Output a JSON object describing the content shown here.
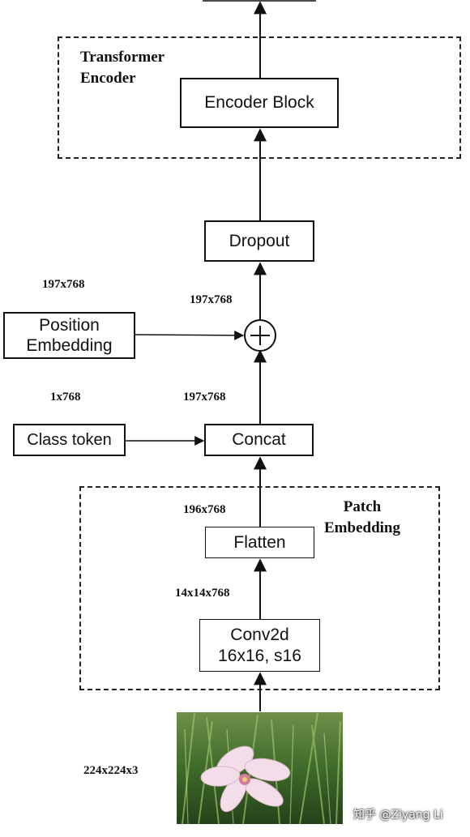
{
  "groups": {
    "transformer_encoder": "Transformer\nEncoder",
    "patch_embedding": "Patch\nEmbedding"
  },
  "blocks": {
    "encoder_block": "Encoder Block",
    "dropout": "Dropout",
    "position_embedding": "Position Embedding",
    "class_token": "Class token",
    "concat": "Concat",
    "flatten": "Flatten",
    "conv2d": "Conv2d 16x16, s16"
  },
  "shapes": {
    "pos_embed": "197x768",
    "after_add": "197x768",
    "class_token": "1x768",
    "concat_out": "197x768",
    "flatten_out": "196x768",
    "conv_out": "14x14x768",
    "input": "224x224x3"
  },
  "operators": {
    "add": "+"
  },
  "watermark": "知乎 @Ziyang Li",
  "colors": {
    "line": "#111111",
    "background": "#ffffff"
  }
}
